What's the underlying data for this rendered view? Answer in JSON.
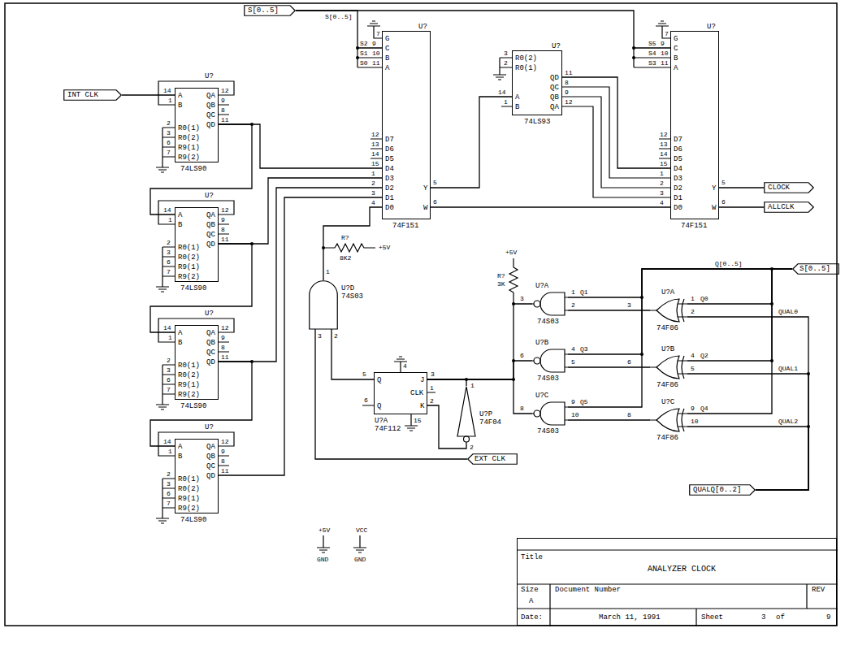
{
  "diagram": {
    "nodes": [
      {
        "text": [
          "S[0..5]"
        ]
      },
      {
        "text": [
          "INT CLK"
        ]
      },
      {
        "text": [
          "U?",
          "A",
          "B",
          "QA",
          "QB",
          "QC",
          "QD",
          "R0(1)",
          "R0(2)",
          "R9(1)",
          "R9(2)",
          "74LS90"
        ]
      },
      {
        "text": [
          "U?",
          "A",
          "B",
          "QA",
          "QB",
          "QC",
          "QD",
          "R0(1)",
          "R0(2)",
          "R9(1)",
          "R9(2)",
          "74LS90"
        ]
      },
      {
        "text": [
          "U?",
          "A",
          "B",
          "QA",
          "QB",
          "QC",
          "QD",
          "R0(1)",
          "R0(2)",
          "R9(1)",
          "R9(2)",
          "74LS90"
        ]
      },
      {
        "text": [
          "U?",
          "A",
          "B",
          "QA",
          "QB",
          "QC",
          "QD",
          "R0(1)",
          "R0(2)",
          "R9(1)",
          "R9(2)",
          "74LS90"
        ]
      },
      {
        "text": [
          "U?",
          "G",
          "C",
          "B",
          "A",
          "D7",
          "D6",
          "D5",
          "D4",
          "D3",
          "D2",
          "D1",
          "D0",
          "Y",
          "W",
          "74F151"
        ]
      },
      {
        "text": [
          "U?",
          "R0(2)",
          "R0(1)",
          "A",
          "B",
          "QD",
          "QC",
          "QB",
          "QA",
          "74LS93"
        ]
      },
      {
        "text": [
          "U?",
          "G",
          "C",
          "B",
          "A",
          "D7",
          "D6",
          "D5",
          "D4",
          "D3",
          "D2",
          "D1",
          "D0",
          "Y",
          "W",
          "74F151"
        ]
      },
      {
        "text": [
          "CLOCK"
        ]
      },
      {
        "text": [
          "ALLCLK"
        ]
      },
      {
        "text": [
          "U?D",
          "74S03"
        ]
      },
      {
        "text": [
          "Q",
          "J",
          "CLK",
          "Q",
          "K",
          "U?A",
          "74F112"
        ]
      },
      {
        "text": [
          "U?P",
          "74F04"
        ]
      },
      {
        "text": [
          "U?A",
          "74S03"
        ]
      },
      {
        "text": [
          "U?A",
          "74F86"
        ]
      },
      {
        "text": [
          "U?B",
          "74S03"
        ]
      },
      {
        "text": [
          "U?B",
          "74F86"
        ]
      },
      {
        "text": [
          "U?C",
          "74S03"
        ]
      },
      {
        "text": [
          "U?C",
          "74F86"
        ]
      },
      {
        "text": [
          "S[0..5]"
        ]
      },
      {
        "text": [
          "QUALQ[0..2]"
        ]
      },
      {
        "text": [
          "EXT CLK"
        ]
      },
      {
        "text": [
          "Title",
          "ANALYZER CLOCK",
          "Size",
          "A",
          "Document Number",
          "REV",
          "Date:",
          "March 11, 1991",
          "Sheet",
          "3",
          "of",
          "9"
        ]
      }
    ],
    "edges": [
      {
        "from": 1,
        "to": 2,
        "arrow": "none"
      },
      {
        "from": 2,
        "to": 3,
        "arrow": "none"
      },
      {
        "from": 3,
        "to": 4,
        "arrow": "none"
      },
      {
        "from": 4,
        "to": 5,
        "arrow": "none"
      },
      {
        "from": 2,
        "to": 6,
        "arrow": "none"
      },
      {
        "from": 3,
        "to": 6,
        "arrow": "none"
      },
      {
        "from": 4,
        "to": 6,
        "arrow": "none"
      },
      {
        "from": 5,
        "to": 6,
        "arrow": "none"
      },
      {
        "from": 0,
        "to": 6,
        "arrow": "none"
      },
      {
        "from": 0,
        "to": 8,
        "arrow": "none"
      },
      {
        "from": 6,
        "to": 7,
        "arrow": "none"
      },
      {
        "from": 6,
        "to": 8,
        "arrow": "none"
      },
      {
        "from": 7,
        "to": 8,
        "arrow": "none"
      },
      {
        "from": 8,
        "to": 9,
        "arrow": "none"
      },
      {
        "from": 8,
        "to": 10,
        "arrow": "none"
      },
      {
        "from": 11,
        "to": 6,
        "arrow": "none"
      },
      {
        "from": 12,
        "to": 11,
        "arrow": "none"
      },
      {
        "from": 22,
        "to": 11,
        "arrow": "none"
      },
      {
        "from": 14,
        "to": 12,
        "arrow": "none"
      },
      {
        "from": 16,
        "to": 12,
        "arrow": "none"
      },
      {
        "from": 18,
        "to": 12,
        "arrow": "none"
      },
      {
        "from": 12,
        "to": 13,
        "arrow": "none"
      },
      {
        "from": 13,
        "to": 12,
        "arrow": "none"
      },
      {
        "from": 15,
        "to": 14,
        "arrow": "none"
      },
      {
        "from": 17,
        "to": 16,
        "arrow": "none"
      },
      {
        "from": 19,
        "to": 18,
        "arrow": "none"
      },
      {
        "from": 20,
        "to": 14,
        "arrow": "none"
      },
      {
        "from": 20,
        "to": 16,
        "arrow": "none"
      },
      {
        "from": 20,
        "to": 18,
        "arrow": "none"
      },
      {
        "from": 20,
        "to": 15,
        "arrow": "none"
      },
      {
        "from": 20,
        "to": 17,
        "arrow": "none"
      },
      {
        "from": 20,
        "to": 19,
        "arrow": "none"
      },
      {
        "from": 21,
        "to": 15,
        "arrow": "none"
      },
      {
        "from": 21,
        "to": 17,
        "arrow": "none"
      },
      {
        "from": 21,
        "to": 19,
        "arrow": "none"
      }
    ],
    "labels": [
      "14",
      "1",
      "12",
      "9",
      "8",
      "11",
      "2",
      "3",
      "6",
      "7",
      "14",
      "1",
      "12",
      "9",
      "8",
      "11",
      "2",
      "3",
      "6",
      "7",
      "14",
      "1",
      "12",
      "9",
      "8",
      "11",
      "2",
      "3",
      "6",
      "7",
      "14",
      "1",
      "12",
      "9",
      "8",
      "11",
      "2",
      "3",
      "6",
      "7",
      "7",
      "9",
      "10",
      "11",
      "12",
      "13",
      "14",
      "15",
      "1",
      "2",
      "3",
      "4",
      "5",
      "6",
      "7",
      "9",
      "10",
      "11",
      "12",
      "13",
      "14",
      "15",
      "1",
      "2",
      "3",
      "4",
      "5",
      "6",
      "3",
      "2",
      "14",
      "1",
      "11",
      "8",
      "9",
      "12",
      "S2",
      "S1",
      "S0",
      "S5",
      "S4",
      "S3",
      "S[0..5]",
      "Q[0..5]",
      "R?",
      "8K2",
      "+5V",
      "1",
      "3",
      "2",
      "5",
      "6",
      "4",
      "15",
      "3",
      "1",
      "2",
      "1",
      "2",
      "R?",
      "3K",
      "+5V",
      "3",
      "1",
      "Q1",
      "2",
      "6",
      "4",
      "Q3",
      "5",
      "8",
      "9",
      "Q5",
      "10",
      "3",
      "1",
      "Q0",
      "2",
      "QUAL0",
      "6",
      "4",
      "Q2",
      "5",
      "QUAL1",
      "8",
      "9",
      "Q4",
      "10",
      "QUAL2",
      "+5V",
      "VCC",
      "GND",
      "GND"
    ]
  }
}
